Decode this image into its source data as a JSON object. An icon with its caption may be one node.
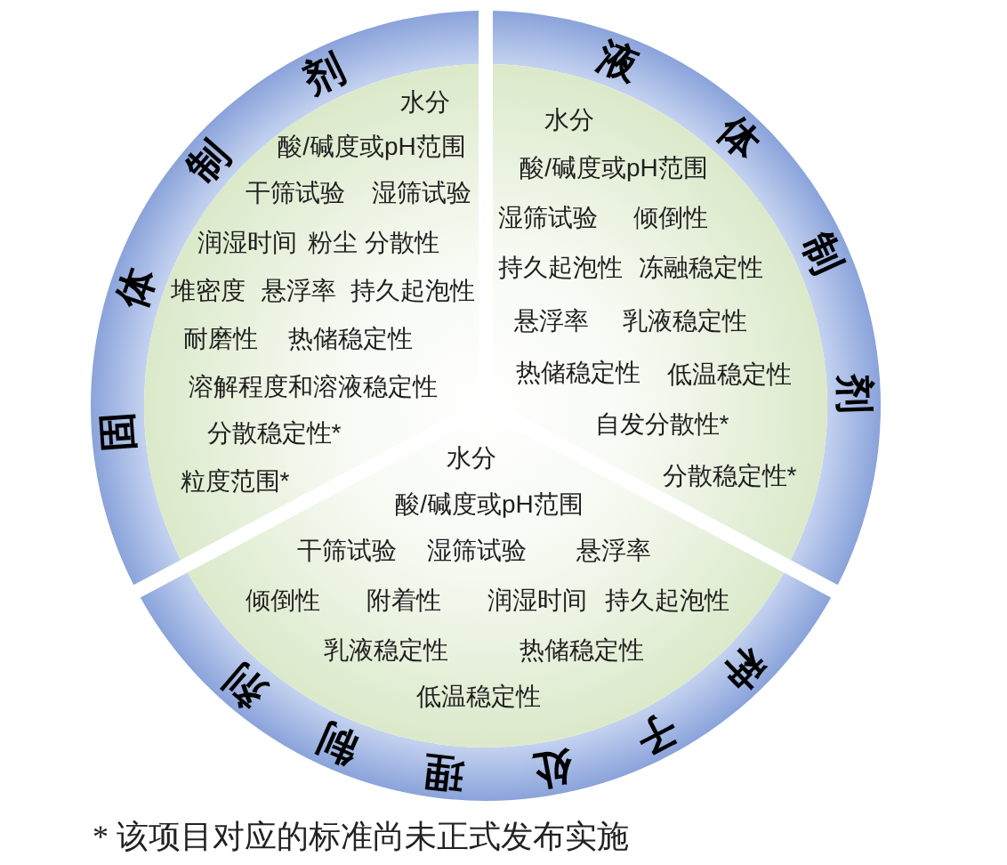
{
  "diagram": {
    "nodes": [
      {
        "text": [
          "固体制剂",
          "水分",
          "酸/碱度或pH范围",
          "干筛试验",
          "湿筛试验",
          "润湿时间",
          "粉尘",
          "分散性",
          "堆密度",
          "悬浮率",
          "持久起泡性",
          "耐磨性",
          "热储稳定性",
          "溶解程度和溶液稳定性",
          "分散稳定性*",
          "粒度范围*"
        ]
      },
      {
        "text": [
          "液体制剂",
          "水分",
          "酸/碱度或pH范围",
          "湿筛试验",
          "倾倒性",
          "持久起泡性",
          "冻融稳定性",
          "悬浮率",
          "乳液稳定性",
          "热储稳定性",
          "低温稳定性",
          "自发分散性*",
          "分散稳定性*"
        ]
      },
      {
        "text": [
          "种子处理制剂",
          "水分",
          "酸/碱度或pH范围",
          "干筛试验",
          "湿筛试验",
          "悬浮率",
          "倾倒性",
          "附着性",
          "润湿时间",
          "持久起泡性",
          "乳液稳定性",
          "热储稳定性",
          "低温稳定性"
        ]
      }
    ],
    "labels": [
      "* 该项目对应的标准尚未正式发布实施"
    ]
  }
}
